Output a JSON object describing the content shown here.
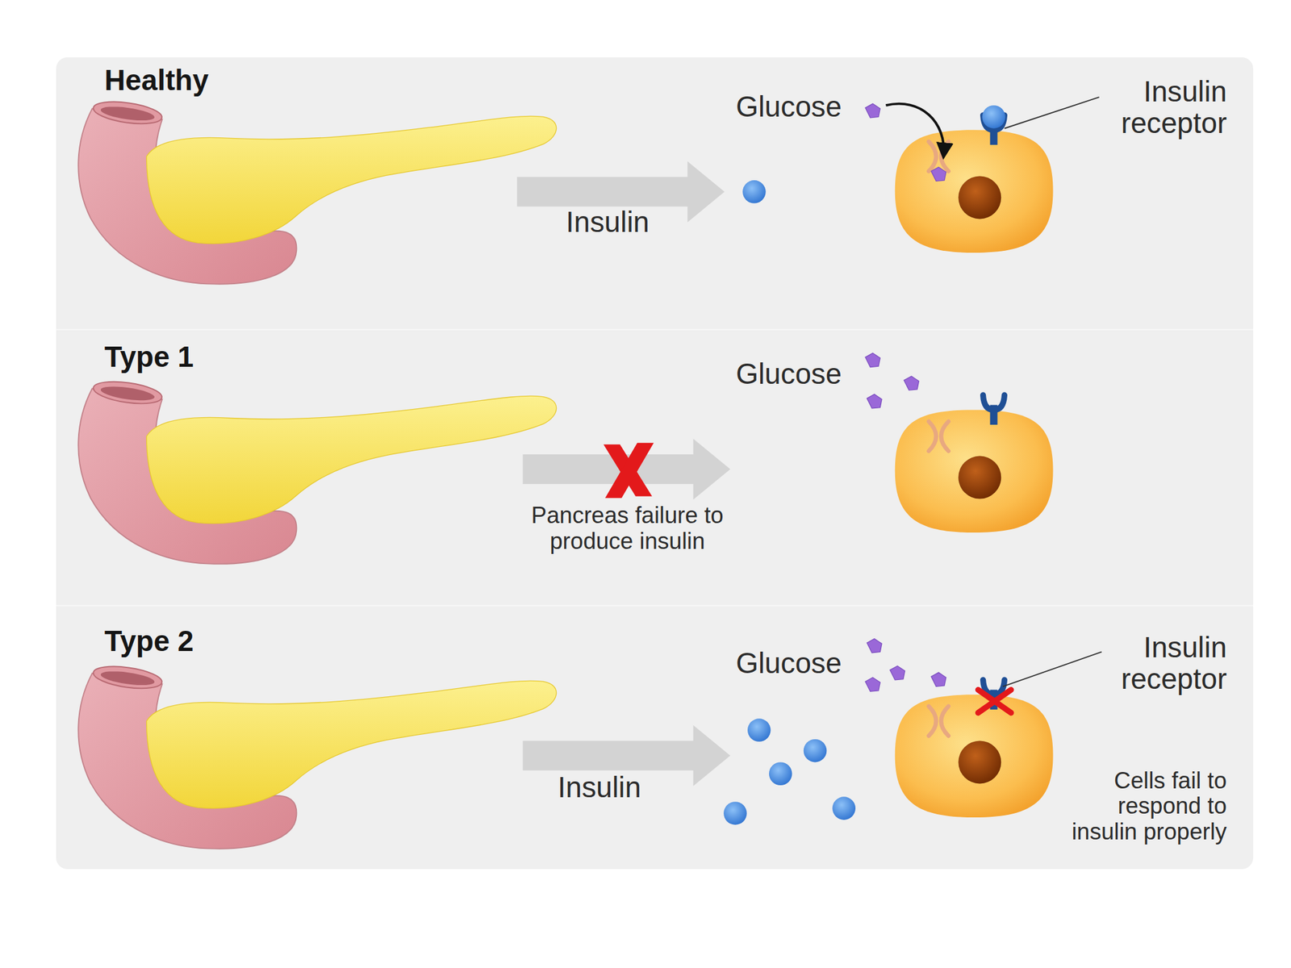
{
  "diagram": {
    "nodes": [
      {
        "text": [
          "Healthy"
        ]
      },
      {
        "text": [
          "Type 1"
        ]
      },
      {
        "text": [
          "Type 2"
        ]
      }
    ],
    "labels": [
      "Glucose",
      "Insulin receptor",
      "Insulin",
      "Glucose",
      "Pancreas failure to produce insulin",
      "Glucose",
      "Insulin receptor",
      "Insulin",
      "Cells fail to respond to insulin properly"
    ]
  }
}
